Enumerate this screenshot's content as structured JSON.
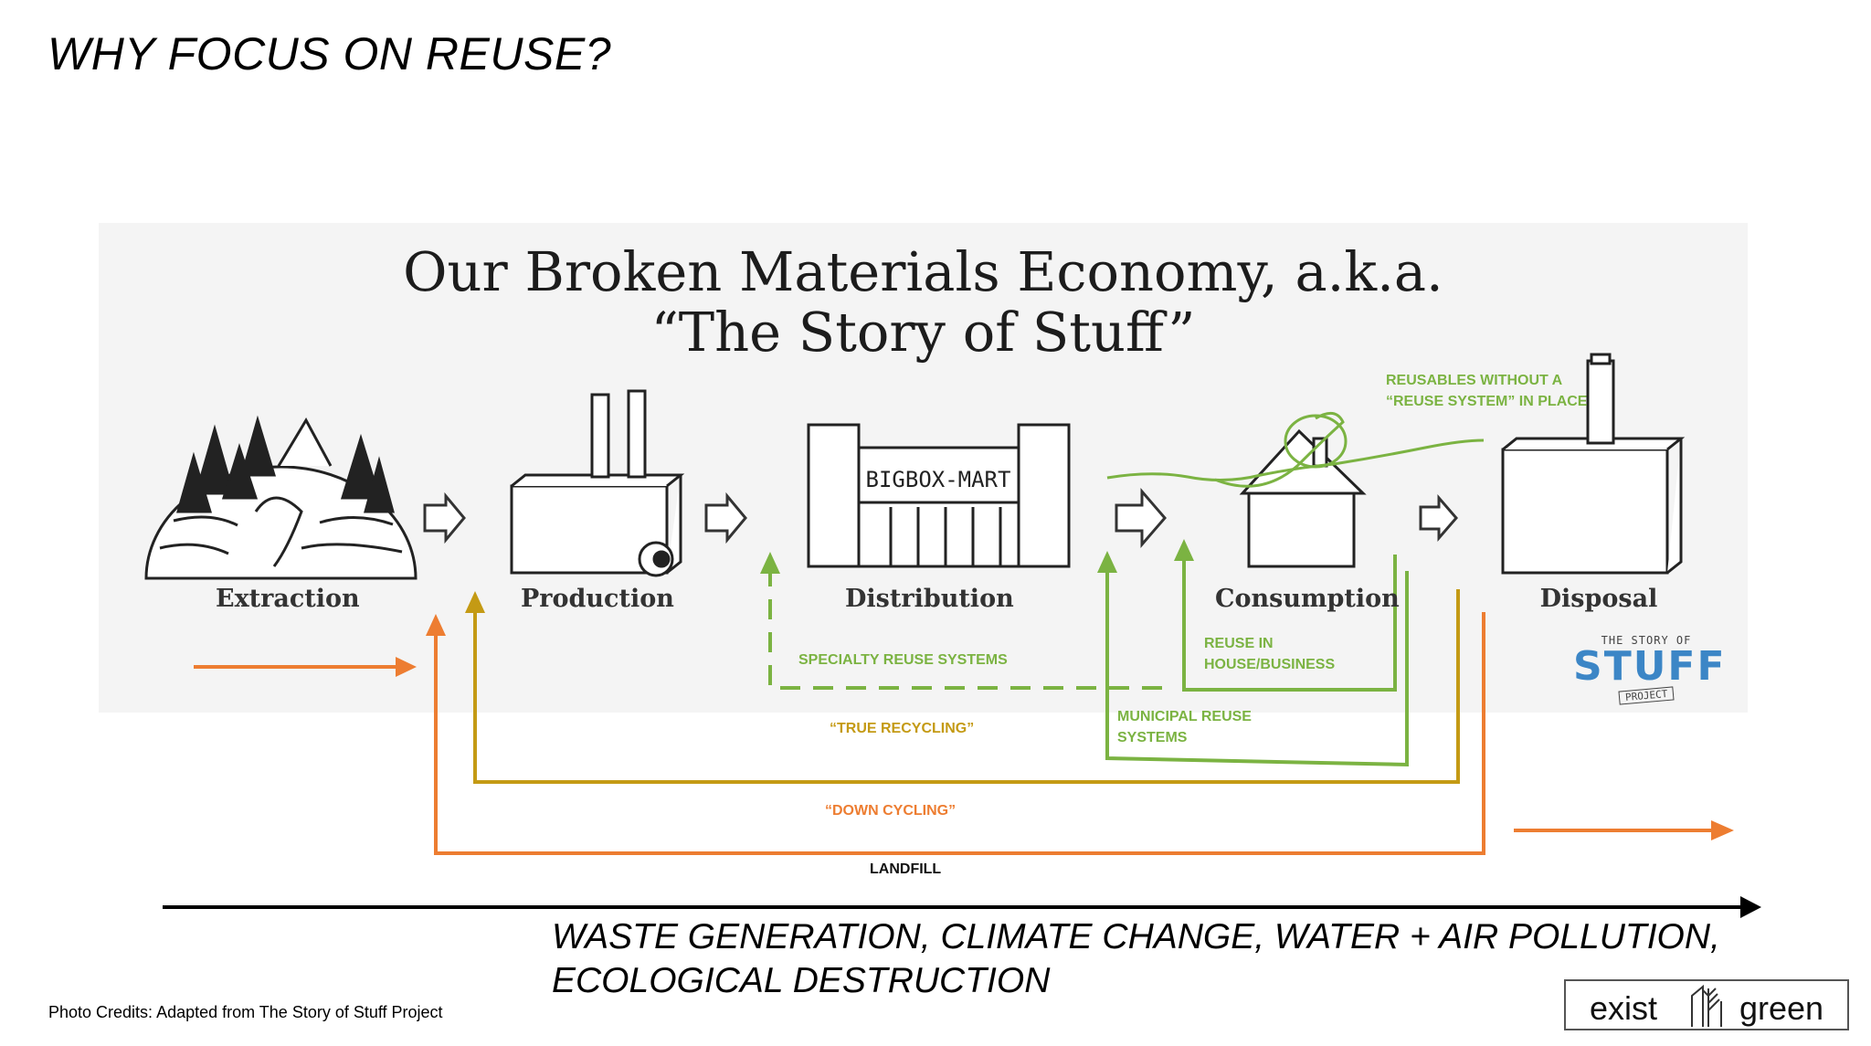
{
  "slide": {
    "title": "WHY FOCUS ON REUSE?",
    "consequences_line1": "WASTE GENERATION, CLIMATE CHANGE, WATER + AIR POLLUTION,",
    "consequences_line2": "ECOLOGICAL DESTRUCTION",
    "photo_credit": "Photo Credits: Adapted from The Story of Stuff Project"
  },
  "panel": {
    "title_line1": "Our Broken Materials Economy, a.k.a.",
    "title_line2": "“The Story of Stuff”",
    "store_sign": "BIGBOX-MART"
  },
  "stages": [
    "Extraction",
    "Production",
    "Distribution",
    "Consumption",
    "Disposal"
  ],
  "flows": {
    "reusables_without_system": [
      "REUSABLES WITHOUT A",
      "“REUSE SYSTEM” IN PLACE"
    ],
    "specialty_reuse": "SPECIALTY REUSE SYSTEMS",
    "reuse_in_house": [
      "REUSE IN",
      "HOUSE/BUSINESS"
    ],
    "municipal_reuse": [
      "MUNICIPAL REUSE",
      "SYSTEMS"
    ],
    "true_recycling": "“TRUE RECYCLING”",
    "down_cycling": "“DOWN CYCLING”",
    "landfill": "LANDFILL"
  },
  "badge": {
    "line1": "THE  STORY  OF",
    "line2": "STUFF",
    "line3": "PROJECT"
  },
  "logo": {
    "left_word": "exist",
    "right_word": "green"
  },
  "colors": {
    "green": "#7bb342",
    "olive": "#c49a14",
    "orange": "#ed7d31",
    "badge_blue": "#3c86c6"
  }
}
